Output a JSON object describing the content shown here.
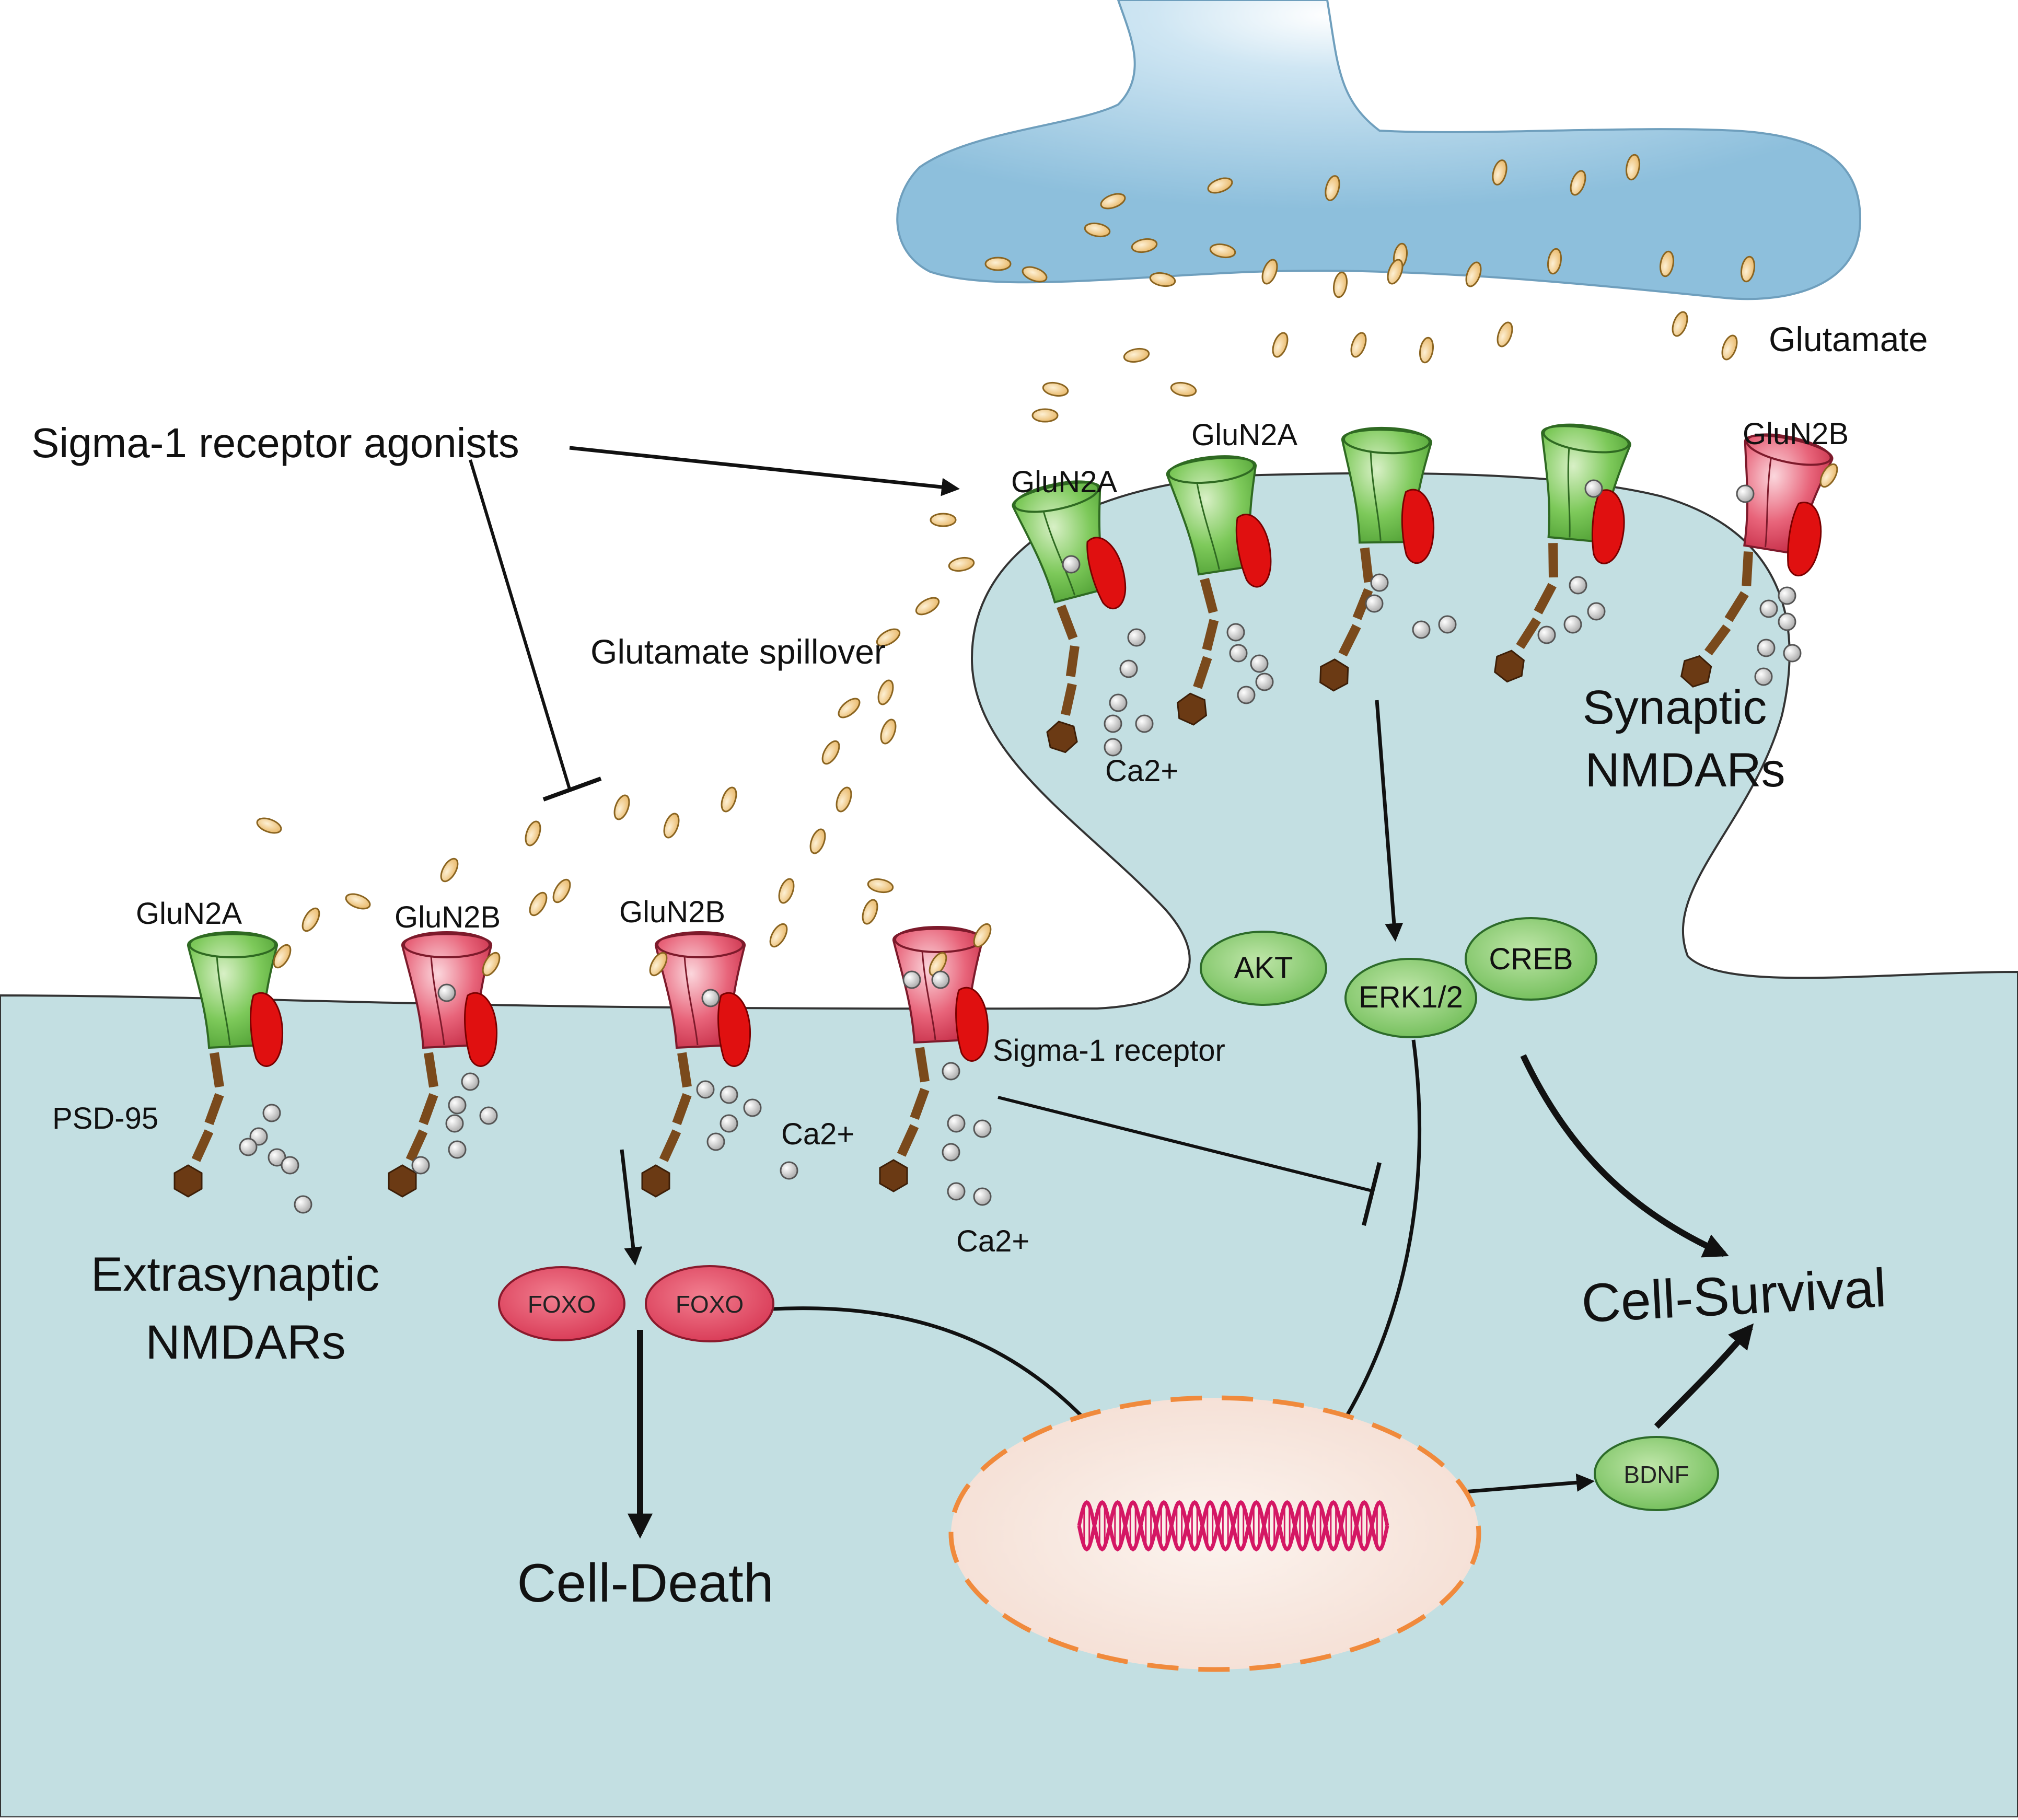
{
  "labels": {
    "glutamate": "Glutamate",
    "sigma_agonists": "Sigma-1 receptor agonists",
    "spillover": "Glutamate spillover",
    "synaptic_line1": "Synaptic",
    "synaptic_line2": "NMDARs",
    "extrasynaptic_line1": "Extrasynaptic",
    "extrasynaptic_line2": "NMDARs",
    "psd95": "PSD-95",
    "sigma_receptor": "Sigma-1 receptor",
    "ca_syn": "Ca2+",
    "ca_extra1": "Ca2+",
    "ca_extra2": "Ca2+",
    "cell_death": "Cell-Death",
    "cell_survival": "Cell-Survival",
    "receptor_syn_1": "GluN2A",
    "receptor_syn_2": "GluN2A",
    "receptor_syn_5": "GluN2B",
    "receptor_extra_1": "GluN2A",
    "receptor_extra_2": "GluN2B",
    "receptor_extra_3": "GluN2B"
  },
  "bubbles": {
    "akt": "AKT",
    "erk": "ERK1/2",
    "creb": "CREB",
    "foxo_1": "FOXO",
    "foxo_2": "FOXO",
    "bdnf": "BDNF"
  },
  "colors": {
    "presynaptic": "#8fc0dc",
    "postsynaptic": "#c3dfe2",
    "glun2a_green": "#63b94a",
    "glun2b_red": "#e04a5e",
    "glutamate": "#f1c27a",
    "calcium": "#bdbdbd",
    "psd95": "#7a4a1c",
    "sigma_receptor": "#e01010",
    "nucleus": "#f6e6de",
    "nucleus_border": "#f08a3c",
    "dna": "#d41764"
  }
}
